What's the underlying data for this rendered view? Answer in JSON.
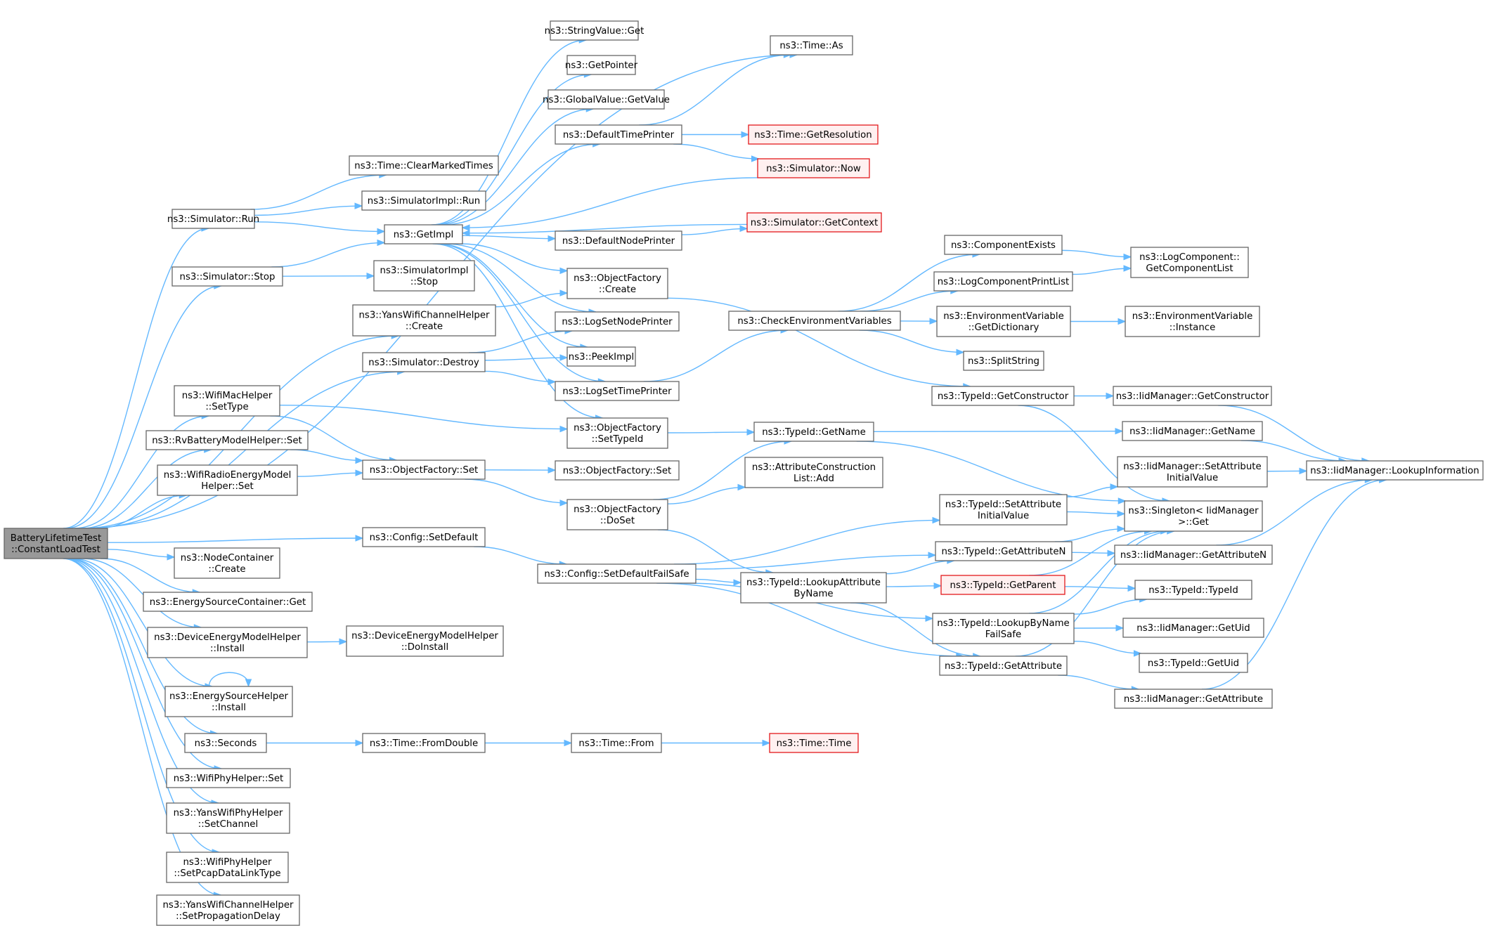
{
  "nodes": [
    {
      "id": "root",
      "lines": [
        "BatteryLifetimeTest",
        "::ConstantLoadTest"
      ],
      "kind": "root",
      "link": false
    },
    {
      "id": "run",
      "lines": [
        "ns3::Simulator::Run"
      ]
    },
    {
      "id": "stop",
      "lines": [
        "ns3::Simulator::Stop"
      ]
    },
    {
      "id": "yanschcreate",
      "lines": [
        "ns3::YansWifiChannelHelper",
        "::Create"
      ]
    },
    {
      "id": "destroy",
      "lines": [
        "ns3::Simulator::Destroy"
      ]
    },
    {
      "id": "macsettype",
      "lines": [
        "ns3::WifiMacHelper",
        "::SetType"
      ]
    },
    {
      "id": "rvset",
      "lines": [
        "ns3::RvBatteryModelHelper::Set"
      ]
    },
    {
      "id": "radioset",
      "lines": [
        "ns3::WifiRadioEnergyModel",
        "Helper::Set"
      ]
    },
    {
      "id": "cfgsetdefault",
      "lines": [
        "ns3::Config::SetDefault"
      ]
    },
    {
      "id": "nodecreate",
      "lines": [
        "ns3::NodeContainer",
        "::Create"
      ]
    },
    {
      "id": "escget",
      "lines": [
        "ns3::EnergySourceContainer::Get"
      ]
    },
    {
      "id": "demhinstall",
      "lines": [
        "ns3::DeviceEnergyModelHelper",
        "::Install"
      ]
    },
    {
      "id": "eshinstall",
      "lines": [
        "ns3::EnergySourceHelper",
        "::Install"
      ]
    },
    {
      "id": "seconds",
      "lines": [
        "ns3::Seconds"
      ]
    },
    {
      "id": "physet",
      "lines": [
        "ns3::WifiPhyHelper::Set"
      ]
    },
    {
      "id": "setchannel",
      "lines": [
        "ns3::YansWifiPhyHelper",
        "::SetChannel"
      ]
    },
    {
      "id": "pcap",
      "lines": [
        "ns3::WifiPhyHelper",
        "::SetPcapDataLinkType"
      ]
    },
    {
      "id": "propdelay",
      "lines": [
        "ns3::YansWifiChannelHelper",
        "::SetPropagationDelay"
      ]
    },
    {
      "id": "clearmarked",
      "lines": [
        "ns3::Time::ClearMarkedTimes"
      ]
    },
    {
      "id": "implrun",
      "lines": [
        "ns3::SimulatorImpl::Run"
      ]
    },
    {
      "id": "getimpl",
      "lines": [
        "ns3::GetImpl"
      ]
    },
    {
      "id": "implstop",
      "lines": [
        "ns3::SimulatorImpl",
        "::Stop"
      ]
    },
    {
      "id": "ofset",
      "lines": [
        "ns3::ObjectFactory::Set"
      ]
    },
    {
      "id": "demhdoinstall",
      "lines": [
        "ns3::DeviceEnergyModelHelper",
        "::DoInstall"
      ]
    },
    {
      "id": "fromdouble",
      "lines": [
        "ns3::Time::FromDouble"
      ]
    },
    {
      "id": "strget",
      "lines": [
        "ns3::StringValue::Get"
      ]
    },
    {
      "id": "getpointer",
      "lines": [
        "ns3::GetPointer"
      ]
    },
    {
      "id": "gvgetvalue",
      "lines": [
        "ns3::GlobalValue::GetValue"
      ]
    },
    {
      "id": "deftimeprinter",
      "lines": [
        "ns3::DefaultTimePrinter"
      ]
    },
    {
      "id": "defnodeprinter",
      "lines": [
        "ns3::DefaultNodePrinter"
      ]
    },
    {
      "id": "ofcreate",
      "lines": [
        "ns3::ObjectFactory",
        "::Create"
      ]
    },
    {
      "id": "lognodeprinter",
      "lines": [
        "ns3::LogSetNodePrinter"
      ]
    },
    {
      "id": "peekimpl",
      "lines": [
        "ns3::PeekImpl"
      ]
    },
    {
      "id": "logtimeprinter",
      "lines": [
        "ns3::LogSetTimePrinter"
      ]
    },
    {
      "id": "ofsettypeid",
      "lines": [
        "ns3::ObjectFactory",
        "::SetTypeId"
      ]
    },
    {
      "id": "ofset2",
      "lines": [
        "ns3::ObjectFactory::Set"
      ]
    },
    {
      "id": "ofdoset",
      "lines": [
        "ns3::ObjectFactory",
        "::DoSet"
      ]
    },
    {
      "id": "cfgfailsafe",
      "lines": [
        "ns3::Config::SetDefaultFailSafe"
      ]
    },
    {
      "id": "timefrom",
      "lines": [
        "ns3::Time::From"
      ]
    },
    {
      "id": "timeas",
      "lines": [
        "ns3::Time::As"
      ]
    },
    {
      "id": "getres",
      "lines": [
        "ns3::Time::GetResolution"
      ],
      "kind": "red"
    },
    {
      "id": "simnow",
      "lines": [
        "ns3::Simulator::Now"
      ],
      "kind": "red"
    },
    {
      "id": "simctx",
      "lines": [
        "ns3::Simulator::GetContext"
      ],
      "kind": "red"
    },
    {
      "id": "checkenv",
      "lines": [
        "ns3::CheckEnvironmentVariables"
      ]
    },
    {
      "id": "tidgetname",
      "lines": [
        "ns3::TypeId::GetName"
      ]
    },
    {
      "id": "acladd",
      "lines": [
        "ns3::AttributeConstruction",
        "List::Add"
      ]
    },
    {
      "id": "lookupattr",
      "lines": [
        "ns3::TypeId::LookupAttribute",
        "ByName"
      ]
    },
    {
      "id": "timetime",
      "lines": [
        "ns3::Time::Time"
      ],
      "kind": "red"
    },
    {
      "id": "compexists",
      "lines": [
        "ns3::ComponentExists"
      ]
    },
    {
      "id": "logcompprint",
      "lines": [
        "ns3::LogComponentPrintList"
      ]
    },
    {
      "id": "envdict",
      "lines": [
        "ns3::EnvironmentVariable",
        "::GetDictionary"
      ]
    },
    {
      "id": "splitstring",
      "lines": [
        "ns3::SplitString"
      ]
    },
    {
      "id": "tidgetctor",
      "lines": [
        "ns3::TypeId::GetConstructor"
      ]
    },
    {
      "id": "tidsetattr",
      "lines": [
        "ns3::TypeId::SetAttribute",
        "InitialValue"
      ]
    },
    {
      "id": "tidgetattrn",
      "lines": [
        "ns3::TypeId::GetAttributeN"
      ]
    },
    {
      "id": "tidgetparent",
      "lines": [
        "ns3::TypeId::GetParent"
      ],
      "kind": "red"
    },
    {
      "id": "tidlookupname",
      "lines": [
        "ns3::TypeId::LookupByName",
        "FailSafe"
      ]
    },
    {
      "id": "tidgetattr",
      "lines": [
        "ns3::TypeId::GetAttribute"
      ]
    },
    {
      "id": "logcompgetlist",
      "lines": [
        "ns3::LogComponent::",
        "GetComponentList"
      ]
    },
    {
      "id": "envinstance",
      "lines": [
        "ns3::EnvironmentVariable",
        "::Instance"
      ]
    },
    {
      "id": "imgetctor",
      "lines": [
        "ns3::IidManager::GetConstructor"
      ]
    },
    {
      "id": "imgetname",
      "lines": [
        "ns3::IidManager::GetName"
      ]
    },
    {
      "id": "imsetattr",
      "lines": [
        "ns3::IidManager::SetAttribute",
        "InitialValue"
      ]
    },
    {
      "id": "singleton",
      "lines": [
        "ns3::Singleton< IidManager",
        ">::Get"
      ]
    },
    {
      "id": "imgetattrn",
      "lines": [
        "ns3::IidManager::GetAttributeN"
      ]
    },
    {
      "id": "tidtypeid",
      "lines": [
        "ns3::TypeId::TypeId"
      ]
    },
    {
      "id": "imgetuid",
      "lines": [
        "ns3::IidManager::GetUid"
      ]
    },
    {
      "id": "tidgetuid",
      "lines": [
        "ns3::TypeId::GetUid"
      ]
    },
    {
      "id": "imgetattr",
      "lines": [
        "ns3::IidManager::GetAttribute"
      ]
    },
    {
      "id": "imlookup",
      "lines": [
        "ns3::IidManager::LookupInformation"
      ]
    }
  ],
  "edges": [
    [
      "root",
      "timeas"
    ],
    [
      "root",
      "run"
    ],
    [
      "root",
      "stop"
    ],
    [
      "root",
      "yanschcreate"
    ],
    [
      "root",
      "destroy"
    ],
    [
      "root",
      "macsettype"
    ],
    [
      "root",
      "rvset"
    ],
    [
      "root",
      "radioset"
    ],
    [
      "root",
      "cfgsetdefault"
    ],
    [
      "root",
      "nodecreate"
    ],
    [
      "root",
      "escget"
    ],
    [
      "root",
      "demhinstall"
    ],
    [
      "root",
      "eshinstall"
    ],
    [
      "root",
      "seconds"
    ],
    [
      "root",
      "physet"
    ],
    [
      "root",
      "setchannel"
    ],
    [
      "root",
      "pcap"
    ],
    [
      "root",
      "propdelay"
    ],
    [
      "run",
      "clearmarked"
    ],
    [
      "run",
      "implrun"
    ],
    [
      "run",
      "getimpl"
    ],
    [
      "stop",
      "getimpl"
    ],
    [
      "stop",
      "implstop"
    ],
    [
      "yanschcreate",
      "ofcreate"
    ],
    [
      "destroy",
      "lognodeprinter"
    ],
    [
      "destroy",
      "peekimpl"
    ],
    [
      "destroy",
      "logtimeprinter"
    ],
    [
      "macsettype",
      "ofsettypeid"
    ],
    [
      "macsettype",
      "ofset"
    ],
    [
      "rvset",
      "ofset"
    ],
    [
      "radioset",
      "ofset"
    ],
    [
      "cfgsetdefault",
      "cfgfailsafe"
    ],
    [
      "demhinstall",
      "demhdoinstall"
    ],
    [
      "eshinstall",
      "eshinstall"
    ],
    [
      "seconds",
      "fromdouble"
    ],
    [
      "getimpl",
      "strget"
    ],
    [
      "getimpl",
      "getpointer"
    ],
    [
      "getimpl",
      "gvgetvalue"
    ],
    [
      "getimpl",
      "deftimeprinter"
    ],
    [
      "getimpl",
      "defnodeprinter"
    ],
    [
      "getimpl",
      "ofcreate"
    ],
    [
      "getimpl",
      "lognodeprinter"
    ],
    [
      "getimpl",
      "peekimpl"
    ],
    [
      "getimpl",
      "logtimeprinter"
    ],
    [
      "getimpl",
      "ofsettypeid"
    ],
    [
      "ofset",
      "ofset2"
    ],
    [
      "ofset",
      "ofdoset"
    ],
    [
      "fromdouble",
      "timefrom"
    ],
    [
      "timefrom",
      "timetime"
    ],
    [
      "deftimeprinter",
      "timeas"
    ],
    [
      "deftimeprinter",
      "getres"
    ],
    [
      "deftimeprinter",
      "simnow"
    ],
    [
      "simnow",
      "getimpl"
    ],
    [
      "simctx",
      "getimpl"
    ],
    [
      "defnodeprinter",
      "simctx"
    ],
    [
      "ofcreate",
      "tidgetctor"
    ],
    [
      "logtimeprinter",
      "checkenv"
    ],
    [
      "ofsettypeid",
      "tidgetname"
    ],
    [
      "ofdoset",
      "tidgetname"
    ],
    [
      "ofdoset",
      "acladd"
    ],
    [
      "ofdoset",
      "lookupattr"
    ],
    [
      "cfgfailsafe",
      "tidsetattr"
    ],
    [
      "cfgfailsafe",
      "tidgetattrn"
    ],
    [
      "cfgfailsafe",
      "lookupattr"
    ],
    [
      "cfgfailsafe",
      "tidlookupname"
    ],
    [
      "cfgfailsafe",
      "tidgetattr"
    ],
    [
      "checkenv",
      "compexists"
    ],
    [
      "checkenv",
      "logcompprint"
    ],
    [
      "checkenv",
      "envdict"
    ],
    [
      "checkenv",
      "splitstring"
    ],
    [
      "compexists",
      "logcompgetlist"
    ],
    [
      "logcompprint",
      "logcompgetlist"
    ],
    [
      "envdict",
      "envinstance"
    ],
    [
      "tidgetname",
      "imgetname"
    ],
    [
      "tidgetname",
      "singleton"
    ],
    [
      "lookupattr",
      "tidgetattrn"
    ],
    [
      "lookupattr",
      "tidgetparent"
    ],
    [
      "lookupattr",
      "tidgetattr"
    ],
    [
      "tidgetctor",
      "imgetctor"
    ],
    [
      "tidgetctor",
      "singleton"
    ],
    [
      "tidsetattr",
      "imsetattr"
    ],
    [
      "tidsetattr",
      "singleton"
    ],
    [
      "tidgetattrn",
      "singleton"
    ],
    [
      "tidgetattrn",
      "imgetattrn"
    ],
    [
      "tidgetparent",
      "singleton"
    ],
    [
      "tidgetparent",
      "tidtypeid"
    ],
    [
      "tidlookupname",
      "singleton"
    ],
    [
      "tidlookupname",
      "tidtypeid"
    ],
    [
      "tidlookupname",
      "imgetuid"
    ],
    [
      "tidlookupname",
      "tidgetuid"
    ],
    [
      "tidgetattr",
      "singleton"
    ],
    [
      "tidgetattr",
      "imgetattr"
    ],
    [
      "imgetctor",
      "imlookup"
    ],
    [
      "imgetname",
      "imlookup"
    ],
    [
      "imsetattr",
      "imlookup"
    ],
    [
      "imgetattrn",
      "imlookup"
    ],
    [
      "imgetattr",
      "imlookup"
    ]
  ]
}
